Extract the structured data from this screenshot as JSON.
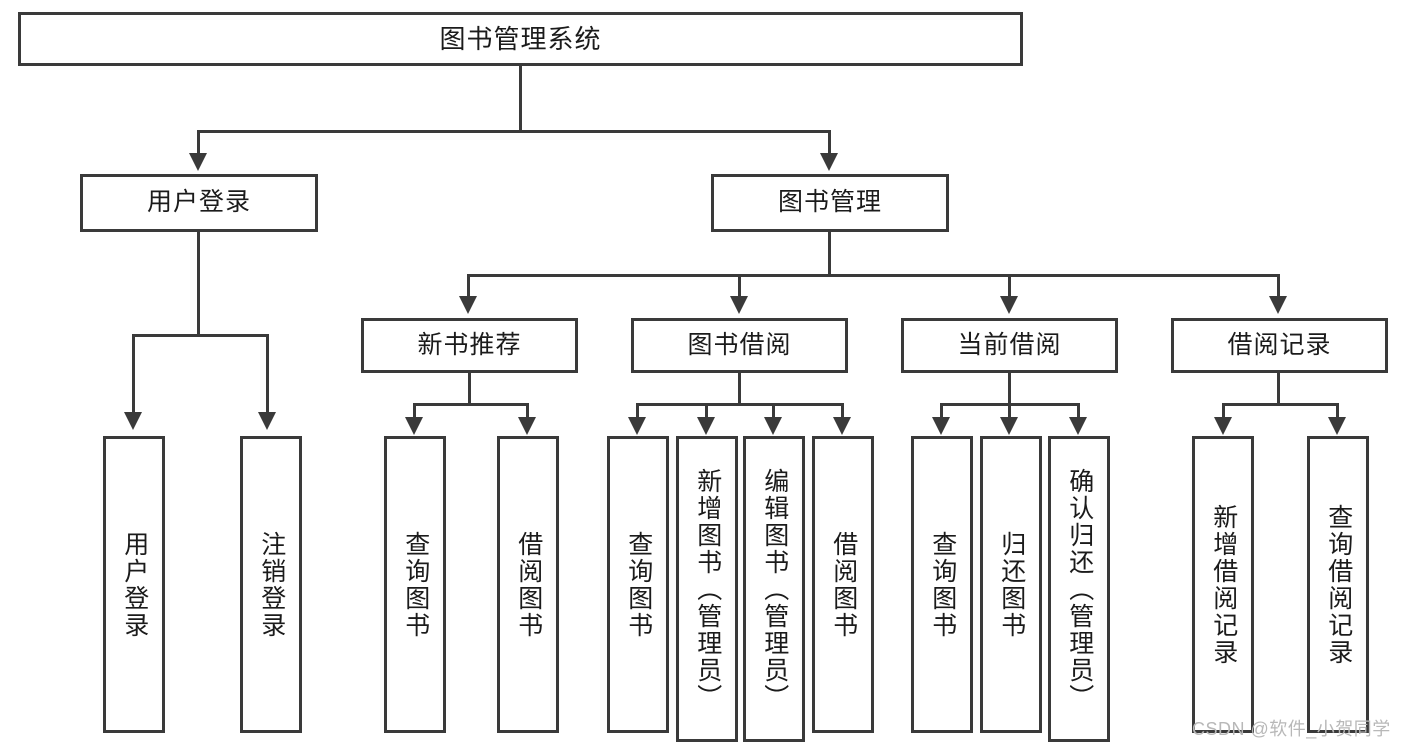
{
  "diagram": {
    "title": "图书管理系统",
    "type": "hierarchy-tree",
    "root": {
      "label": "图书管理系统"
    },
    "level2": [
      {
        "label": "用户登录"
      },
      {
        "label": "图书管理"
      }
    ],
    "level3": [
      {
        "label": "新书推荐"
      },
      {
        "label": "图书借阅"
      },
      {
        "label": "当前借阅"
      },
      {
        "label": "借阅记录"
      }
    ],
    "leaves": {
      "user_login": [
        {
          "label": "用户登录"
        },
        {
          "label": "注销登录"
        }
      ],
      "new_book_recommend": [
        {
          "label": "查询图书"
        },
        {
          "label": "借阅图书"
        }
      ],
      "book_borrow": [
        {
          "label": "查询图书"
        },
        {
          "label": "新增图书（管理员）"
        },
        {
          "label": "编辑图书（管理员）"
        },
        {
          "label": "借阅图书"
        }
      ],
      "current_borrow": [
        {
          "label": "查询图书"
        },
        {
          "label": "归还图书"
        },
        {
          "label": "确认归还（管理员）"
        }
      ],
      "borrow_record": [
        {
          "label": "新增借阅记录"
        },
        {
          "label": "查询借阅记录"
        }
      ]
    }
  },
  "watermark": {
    "text": "CSDN @软件_小贺同学"
  },
  "colors": {
    "stroke": "#3a3a3a",
    "text": "#1b1b1b",
    "background": "#ffffff",
    "watermark": "#b8b8b8"
  }
}
